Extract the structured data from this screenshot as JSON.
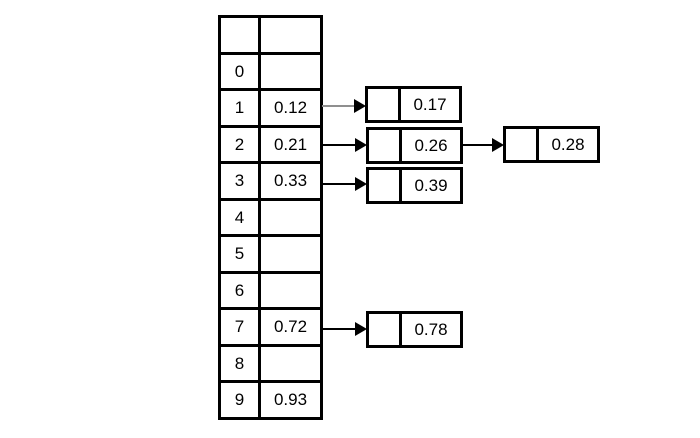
{
  "colors": {
    "background": "#ffffff",
    "border": "#000000",
    "arrow": "#000000",
    "arrow_muted_line": "#8f8f8f",
    "text": "#000000"
  },
  "hash_table": {
    "header": {
      "index": "",
      "value": ""
    },
    "buckets": [
      {
        "index": "0",
        "value": ""
      },
      {
        "index": "1",
        "value": "0.12"
      },
      {
        "index": "2",
        "value": "0.21"
      },
      {
        "index": "3",
        "value": "0.33"
      },
      {
        "index": "4",
        "value": ""
      },
      {
        "index": "5",
        "value": ""
      },
      {
        "index": "6",
        "value": ""
      },
      {
        "index": "7",
        "value": "0.72"
      },
      {
        "index": "8",
        "value": ""
      },
      {
        "index": "9",
        "value": "0.93"
      }
    ]
  },
  "chain_nodes": [
    {
      "pointer": "",
      "value": "0.17"
    },
    {
      "pointer": "",
      "value": "0.26"
    },
    {
      "pointer": "",
      "value": "0.39"
    },
    {
      "pointer": "",
      "value": "0.28"
    },
    {
      "pointer": "",
      "value": "0.78"
    }
  ]
}
